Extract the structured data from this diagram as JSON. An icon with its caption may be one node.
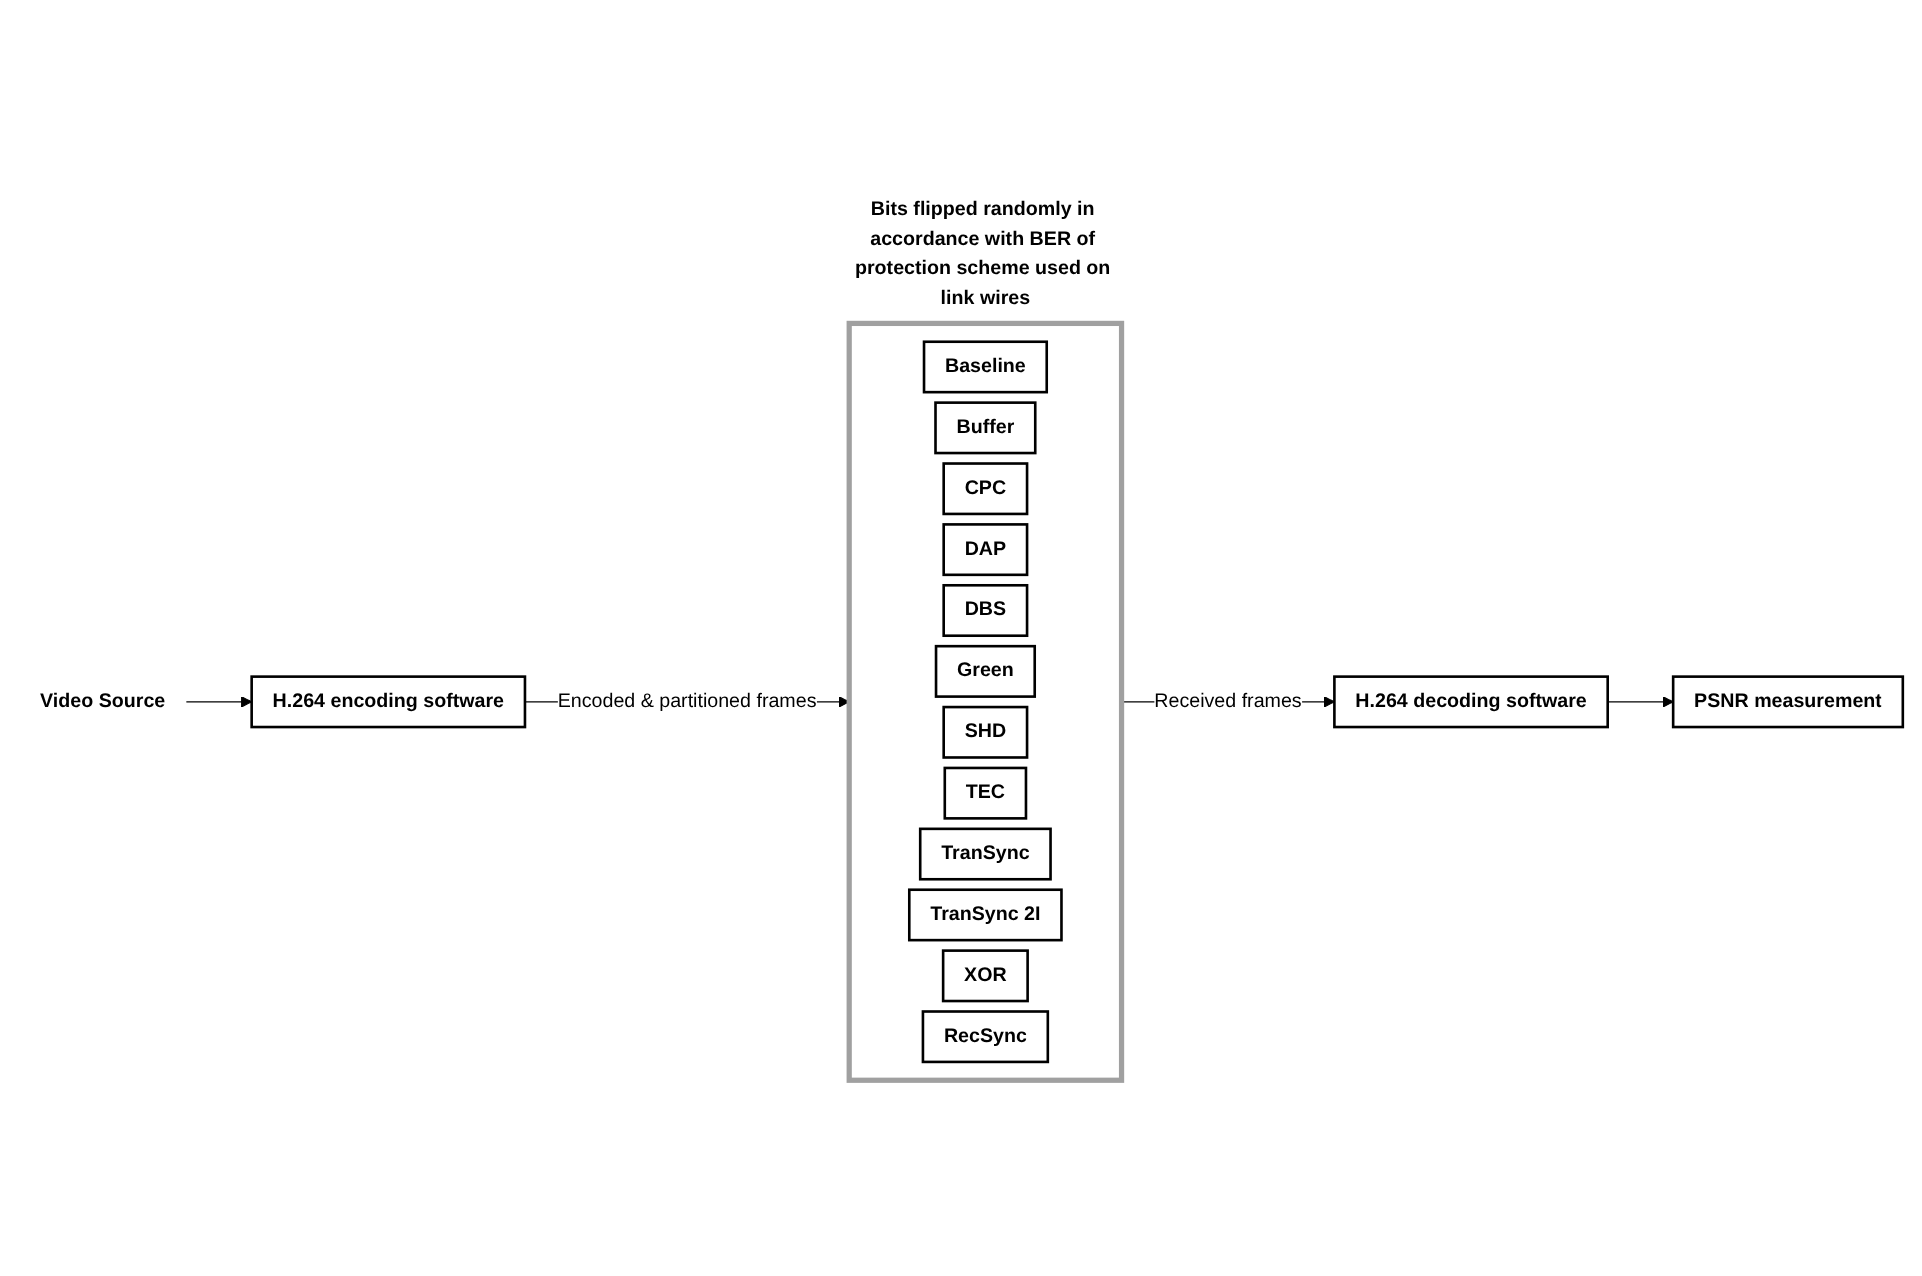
{
  "diagram": {
    "nodes": [
      {
        "text": [
          "Video Source"
        ]
      },
      {
        "text": [
          "H.264 encoding software"
        ]
      },
      {
        "text": [
          "Bits flipped randomly in accordance with BER of protection scheme used on link wires"
        ]
      },
      {
        "text": [
          "Baseline"
        ],
        "in": 2
      },
      {
        "text": [
          "Buffer"
        ],
        "in": 2
      },
      {
        "text": [
          "CPC"
        ],
        "in": 2
      },
      {
        "text": [
          "DAP"
        ],
        "in": 2
      },
      {
        "text": [
          "DBS"
        ],
        "in": 2
      },
      {
        "text": [
          "Green"
        ],
        "in": 2
      },
      {
        "text": [
          "SHD"
        ],
        "in": 2
      },
      {
        "text": [
          "TEC"
        ],
        "in": 2
      },
      {
        "text": [
          "TranSync"
        ],
        "in": 2
      },
      {
        "text": [
          "TranSync 2I"
        ],
        "in": 2
      },
      {
        "text": [
          "XOR"
        ],
        "in": 2
      },
      {
        "text": [
          "RecSync"
        ],
        "in": 2
      },
      {
        "text": [
          "H.264 decoding software"
        ]
      },
      {
        "text": [
          "PSNR measurement"
        ]
      }
    ],
    "edges": [
      {
        "from": 0,
        "to": 1,
        "arrow": "to"
      },
      {
        "from": 1,
        "to": 2,
        "arrow": "to",
        "label": "Encoded & partitioned frames"
      },
      {
        "from": 2,
        "to": 15,
        "arrow": "to",
        "label": "Received frames"
      },
      {
        "from": 15,
        "to": 16,
        "arrow": "to"
      }
    ]
  }
}
